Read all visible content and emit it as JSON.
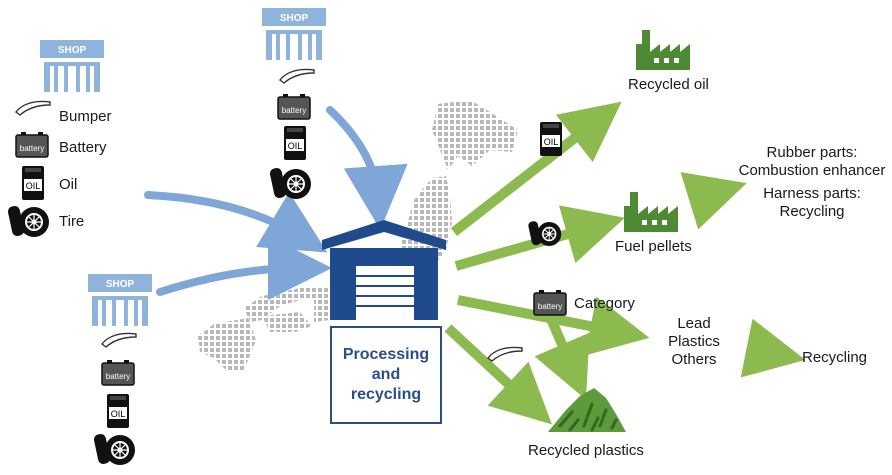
{
  "legend": {
    "bumper": "Bumper",
    "battery": "Battery",
    "oil": "Oil",
    "tire": "Tire"
  },
  "shop_sign": "SHOP",
  "battery_icon_text": "battery",
  "oil_icon_text": "OIL",
  "center_box": {
    "line1": "Processing",
    "line2": "and",
    "line3": "recycling"
  },
  "outputs": {
    "recycled_oil": "Recycled oil",
    "fuel_pellets": "Fuel pellets",
    "rubber_parts": "Rubber parts:",
    "combustion_enhancer": "Combustion enhancer",
    "harness_parts": "Harness parts:",
    "harness_recycling": "Recycling",
    "category": "Category",
    "lead": "Lead",
    "plastics": "Plastics",
    "others": "Others",
    "recycling": "Recycling",
    "recycled_plastics": "Recycled plastics"
  },
  "colors": {
    "shop_blue": "#8fb4dc",
    "inbound_arrow": "#7ea6d6",
    "outbound_arrow": "#8dba4f",
    "factory_green": "#4e8a33",
    "warehouse_blue": "#1f4a8c",
    "map_gray": "#b5b5b5"
  }
}
